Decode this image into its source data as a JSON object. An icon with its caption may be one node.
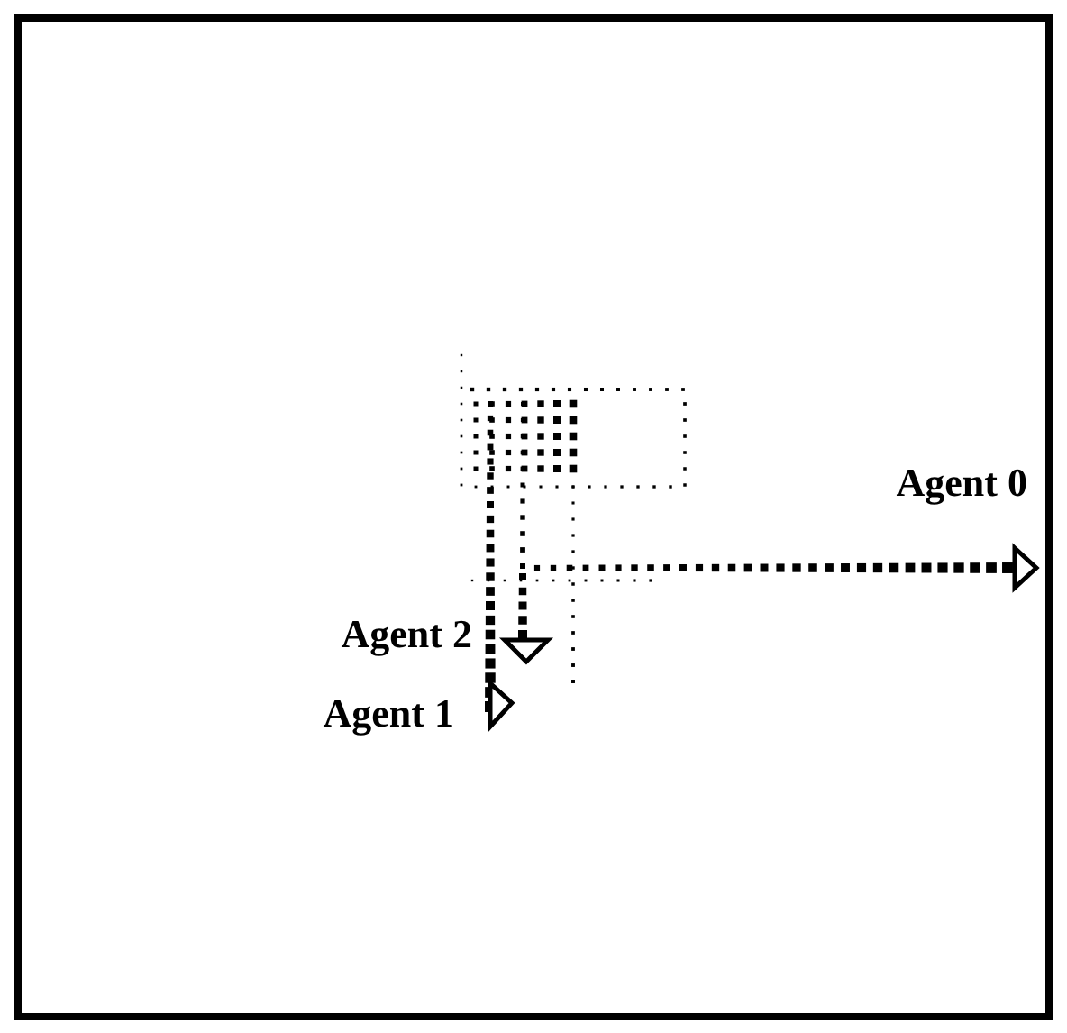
{
  "diagram": {
    "labels": [
      "Agent 0",
      "Agent 2",
      "Agent 1"
    ]
  }
}
